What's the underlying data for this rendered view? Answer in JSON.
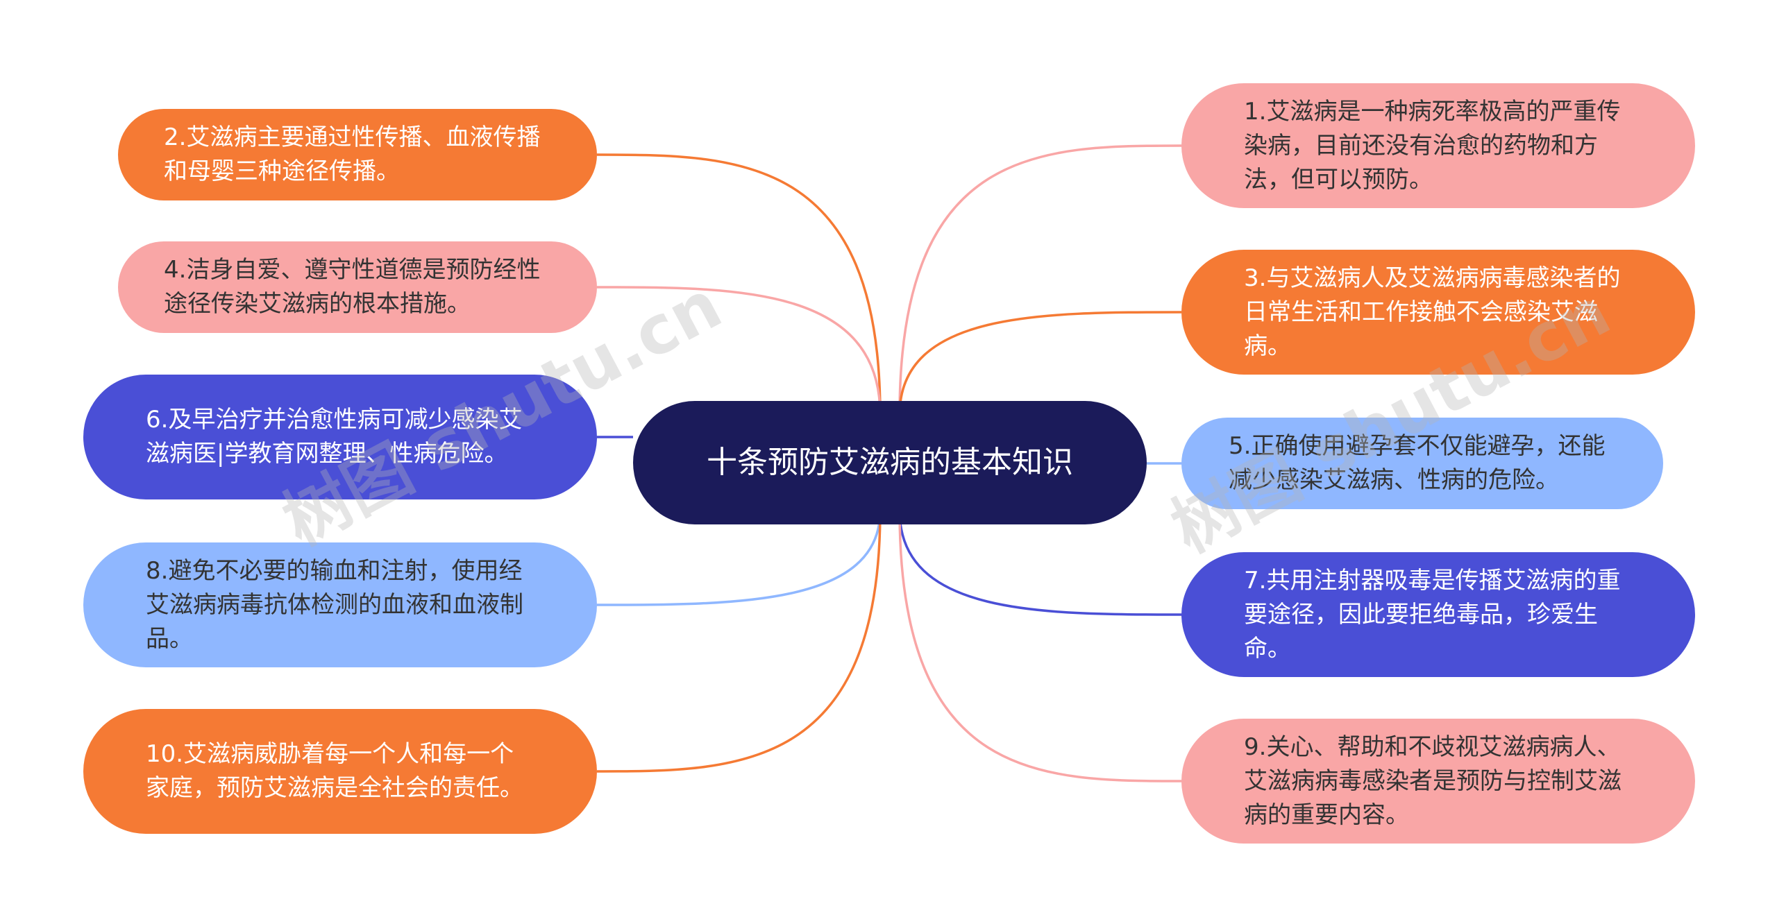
{
  "colors": {
    "center_bg": "#1b1b5a",
    "orange": "#f57a34",
    "pink": "#f9a6a6",
    "indigo": "#4a4fd6",
    "light_blue": "#8fb7ff"
  },
  "center": {
    "title": "十条预防艾滋病的基本知识"
  },
  "left_nodes": [
    {
      "text": "2.艾滋病主要通过性传播、血液传播和母婴三种途径传播。",
      "color": "orange"
    },
    {
      "text": "4.洁身自爱、遵守性道德是预防经性途径传染艾滋病的根本措施。",
      "color": "pink"
    },
    {
      "text": "6.及早治疗并治愈性病可减少感染艾滋病医|学教育网整理、性病危险。",
      "color": "indigo"
    },
    {
      "text": "8.避免不必要的输血和注射，使用经艾滋病病毒抗体检测的血液和血液制品。",
      "color": "light_blue"
    },
    {
      "text": "10.艾滋病威胁着每一个人和每一个家庭，预防艾滋病是全社会的责任。",
      "color": "orange"
    }
  ],
  "right_nodes": [
    {
      "text": "1.艾滋病是一种病死率极高的严重传染病，目前还没有治愈的药物和方法，但可以预防。",
      "color": "pink"
    },
    {
      "text": "3.与艾滋病人及艾滋病病毒感染者的日常生活和工作接触不会感染艾滋病。",
      "color": "orange"
    },
    {
      "text": "5.正确使用避孕套不仅能避孕，还能减少感染艾滋病、性病的危险。",
      "color": "light_blue"
    },
    {
      "text": "7.共用注射器吸毒是传播艾滋病的重要途径，因此要拒绝毒品，珍爱生命。",
      "color": "indigo"
    },
    {
      "text": "9.关心、帮助和不歧视艾滋病病人、艾滋病病毒感染者是预防与控制艾滋病的重要内容。",
      "color": "pink"
    }
  ],
  "watermarks": [
    "树图 shutu.cn",
    "树图 shutu.cn"
  ]
}
